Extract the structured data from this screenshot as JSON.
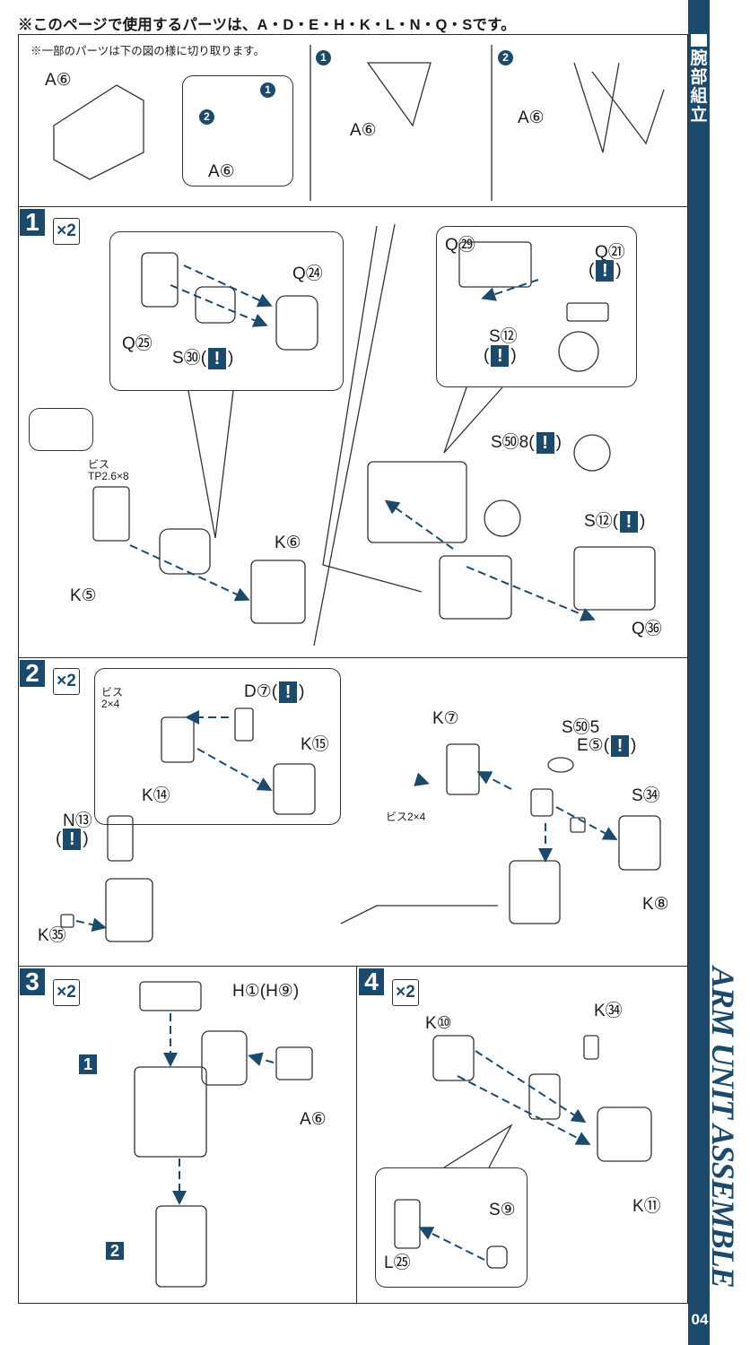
{
  "header": {
    "parts_note": "※このページで使用するパーツは、A・D・E・H・K・L・N・Q・Sです。"
  },
  "sidebar": {
    "section_title_jp": "腕部組立",
    "section_title_en": "ARM UNIT ASSEMBLE",
    "page_number": "04"
  },
  "cutting_note": {
    "text": "※一部のパーツは下の図の様に切り取ります。",
    "panels": [
      {
        "labels": [
          "A⑥",
          "A⑥"
        ],
        "marks": [
          "❶",
          "❷"
        ]
      },
      {
        "step": "❶",
        "labels": [
          "A⑥"
        ]
      },
      {
        "step": "❷",
        "labels": [
          "A⑥"
        ]
      }
    ]
  },
  "steps": [
    {
      "number": "1",
      "multiplier": "×2",
      "labels": {
        "q24": "Q㉔",
        "q25": "Q㉕",
        "s30": "S㉚",
        "screw": "ビス",
        "screw_size": "TP2.6×8",
        "k5": "K⑤",
        "k6": "K⑥",
        "q29": "Q㉙",
        "q21": "Q㉑",
        "s12a": "S⑫",
        "s58": "S㊿8",
        "s12b": "S⑫",
        "q36": "Q㊱"
      }
    },
    {
      "number": "2",
      "multiplier": "×2",
      "labels": {
        "screw_a": "ビス",
        "screw_a_size": "2×4",
        "d7": "D⑦",
        "k15": "K⑮",
        "k14": "K⑭",
        "n13": "N⑬",
        "k35": "K㉟",
        "k7": "K⑦",
        "s55": "S㊿5",
        "e5": "E⑤",
        "s34": "S㉞",
        "screw_b": "ビス2×4",
        "k8": "K⑧"
      }
    },
    {
      "number": "3",
      "multiplier": "×2",
      "labels": {
        "h1": "H①(H⑨)",
        "ref1": "1",
        "a6": "A⑥",
        "ref2": "2"
      }
    },
    {
      "number": "4",
      "multiplier": "×2",
      "labels": {
        "k10": "K⑩",
        "k34": "K㉞",
        "k11": "K⑪",
        "s9": "S⑨",
        "l25": "L㉕"
      }
    }
  ],
  "warning_glyph": "!"
}
